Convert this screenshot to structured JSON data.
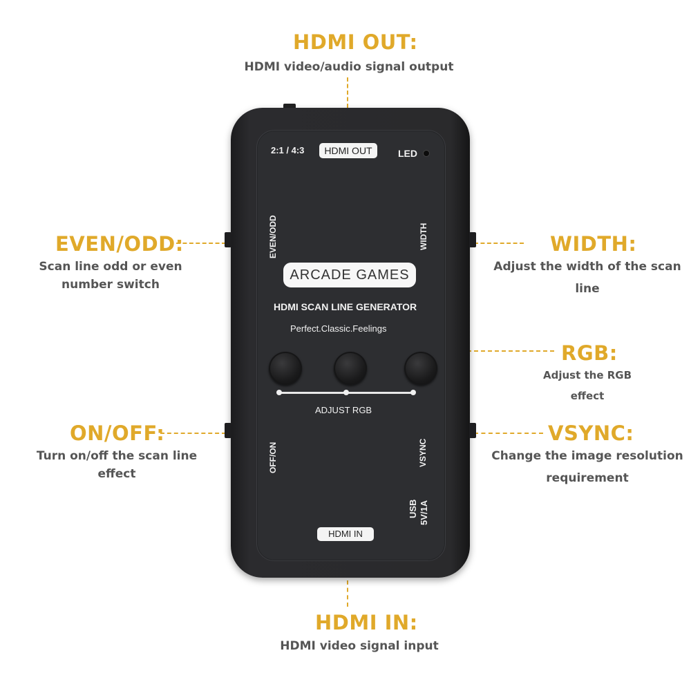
{
  "annotations": {
    "hdmi_out": {
      "title": "HDMI OUT:",
      "desc": "HDMI video/audio signal output"
    },
    "even_odd": {
      "title": "EVEN/ODD:",
      "desc_line1": "Scan line odd or even",
      "desc_line2": "number switch"
    },
    "width": {
      "title": "WIDTH:",
      "desc_line1": "Adjust the width of the scan",
      "desc_line2": "line"
    },
    "rgb": {
      "title": "RGB:",
      "desc": "Adjust the RGB effect"
    },
    "on_off": {
      "title": "ON/OFF:",
      "desc_line1": "Turn on/off the scan line",
      "desc_line2": "effect"
    },
    "vsync": {
      "title": "VSYNC:",
      "desc_line1": "Change the image resolution",
      "desc_line2": "requirement"
    },
    "hdmi_in": {
      "title": "HDMI IN:",
      "desc": "HDMI video signal input"
    }
  },
  "device": {
    "ratio_label": "2:1 / 4:3",
    "hdmi_out_label": "HDMI OUT",
    "led_label": "LED",
    "even_odd_label": "EVEN/ODD",
    "width_label": "WIDTH",
    "brand": "ARCADE GAMES",
    "product": "HDMI SCAN LINE GENERATOR",
    "tagline": "Perfect.Classic.Feelings",
    "adjust_rgb_label": "ADJUST RGB",
    "off_on_label": "OFF/ON",
    "vsync_label": "VSYNC",
    "usb_label_line1": "USB",
    "usb_label_line2": "5V/1A",
    "hdmi_in_label": "HDMI IN"
  },
  "colors": {
    "accent": "#e0a92a",
    "desc_text": "#555555",
    "device_body": "#2d2e31"
  }
}
